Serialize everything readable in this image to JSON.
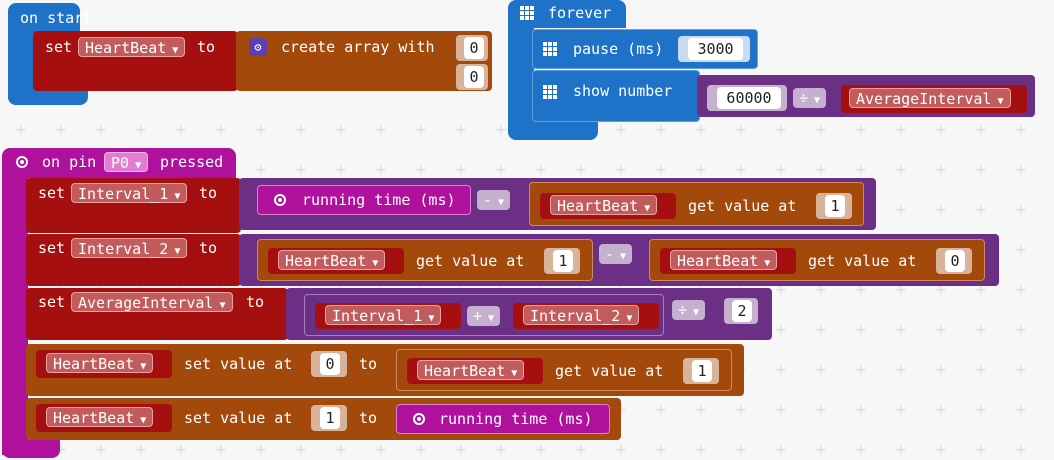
{
  "on_start": {
    "hat": "on start",
    "set_label": "set",
    "var": "HeartBeat",
    "to_label": "to",
    "create_label": "create array with",
    "values": [
      "0",
      "0"
    ]
  },
  "forever": {
    "hat": "forever",
    "pause_label": "pause (ms)",
    "pause_value": "3000",
    "show_label": "show number",
    "num": "60000",
    "op": "÷",
    "var": "AverageInterval"
  },
  "on_pin": {
    "hat_prefix": "on pin",
    "pin": "P0",
    "hat_suffix": "pressed",
    "stmt1": {
      "set": "set",
      "var": "Interval_1",
      "to": "to",
      "running": "running time (ms)",
      "op": "-",
      "arr": "HeartBeat",
      "get": "get value at",
      "idx": "1"
    },
    "stmt2": {
      "set": "set",
      "var": "Interval_2",
      "to": "to",
      "arr_a": "HeartBeat",
      "get_a": "get value at",
      "idx_a": "1",
      "op": "-",
      "arr_b": "HeartBeat",
      "get_b": "get value at",
      "idx_b": "0"
    },
    "stmt3": {
      "set": "set",
      "var": "AverageInterval",
      "to": "to",
      "left": "Interval_1",
      "op": "+",
      "right": "Interval_2",
      "div": "÷",
      "den": "2"
    },
    "stmt4": {
      "arr": "HeartBeat",
      "set_at": "set value at",
      "idx": "0",
      "to": "to",
      "src_arr": "HeartBeat",
      "get": "get value at",
      "src_idx": "1"
    },
    "stmt5": {
      "arr": "HeartBeat",
      "set_at": "set value at",
      "idx": "1",
      "to": "to",
      "running": "running time (ms)"
    }
  },
  "colors": {
    "variables": "#a60f0f",
    "arrays": "#a3490c",
    "math": "#6b2f86",
    "input": "#b0119c",
    "basic": "#1e73c8",
    "background": "#f7f7f7"
  },
  "icons": {
    "on_start": "none",
    "forever": "grid-icon",
    "pause": "grid-icon",
    "show_number": "grid-icon",
    "on_pin": "target-icon",
    "create_array": "gear-icon",
    "running_time": "target-icon"
  }
}
